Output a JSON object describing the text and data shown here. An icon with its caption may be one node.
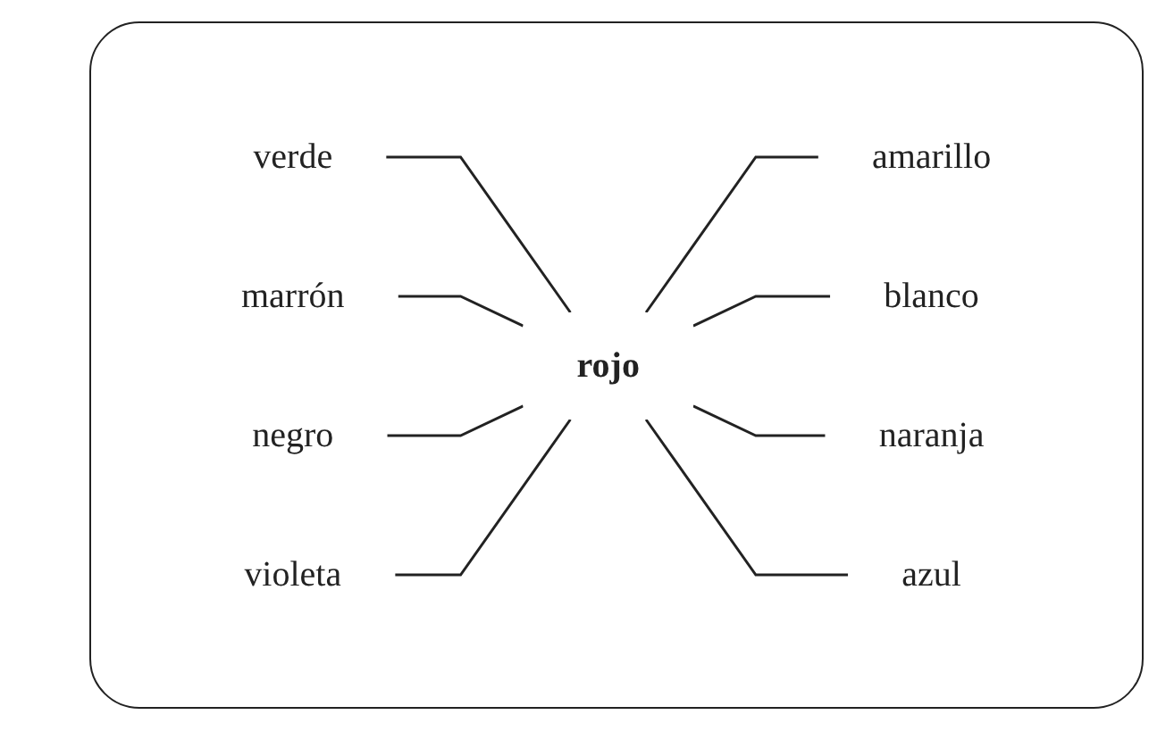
{
  "diagram": {
    "nodes": [
      {
        "text": [
          "verde"
        ]
      },
      {
        "text": [
          "marrón"
        ]
      },
      {
        "text": [
          "amarillo"
        ]
      },
      {
        "text": [
          "negro"
        ]
      },
      {
        "text": [
          "rojo"
        ]
      },
      {
        "text": [
          "blanco"
        ]
      },
      {
        "text": [
          "naranja"
        ]
      },
      {
        "text": [
          "violeta"
        ]
      },
      {
        "text": [
          "azul"
        ]
      }
    ],
    "edges": [
      {
        "from": 0,
        "to": 4,
        "arrow": "none"
      },
      {
        "from": 1,
        "to": 4,
        "arrow": "none"
      },
      {
        "from": 4,
        "to": 2,
        "arrow": "none"
      },
      {
        "from": 3,
        "to": 4,
        "arrow": "none"
      },
      {
        "from": 4,
        "to": 5,
        "arrow": "none"
      },
      {
        "from": 4,
        "to": 6,
        "arrow": "none"
      },
      {
        "from": 7,
        "to": 4,
        "arrow": "none"
      },
      {
        "from": 4,
        "to": 8,
        "arrow": "none"
      }
    ]
  }
}
